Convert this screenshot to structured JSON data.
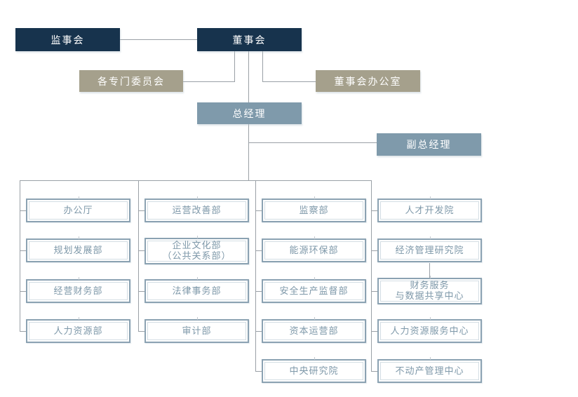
{
  "chart": {
    "title": "",
    "top_nodes": {
      "supervisory_board": {
        "label": "监事会"
      },
      "board_of_directors": {
        "label": "董事会"
      },
      "special_committees": {
        "label": "各专门委员会"
      },
      "board_office": {
        "label": "董事会办公室"
      },
      "general_manager": {
        "label": "总经理"
      },
      "deputy_general_manager": {
        "label": "副总经理"
      }
    },
    "columns": [
      {
        "items": [
          {
            "label": "办公厅"
          },
          {
            "label": "规划发展部"
          },
          {
            "label": "经营财务部"
          },
          {
            "label": "人力资源部"
          }
        ]
      },
      {
        "items": [
          {
            "label": "运营改善部"
          },
          {
            "label": "企业文化部\n（公共关系部）"
          },
          {
            "label": "法律事务部"
          },
          {
            "label": "审计部"
          }
        ]
      },
      {
        "items": [
          {
            "label": "监察部"
          },
          {
            "label": "能源环保部"
          },
          {
            "label": "安全生产监督部"
          },
          {
            "label": "资本运营部"
          },
          {
            "label": "中央研究院"
          }
        ]
      },
      {
        "items": [
          {
            "label": "人才开发院"
          },
          {
            "label": "经济管理研究院"
          },
          {
            "label": "财务服务\n与数据共享中心"
          },
          {
            "label": "人力资源服务中心"
          },
          {
            "label": "不动产管理中心"
          }
        ]
      }
    ],
    "colors": {
      "navy": "#17334d",
      "tan": "#a5a08c",
      "steel": "#7f9aab",
      "line": "#9aa0a6",
      "dept_border": "#8ba2b2",
      "dept_text": "#7e98a9"
    }
  }
}
